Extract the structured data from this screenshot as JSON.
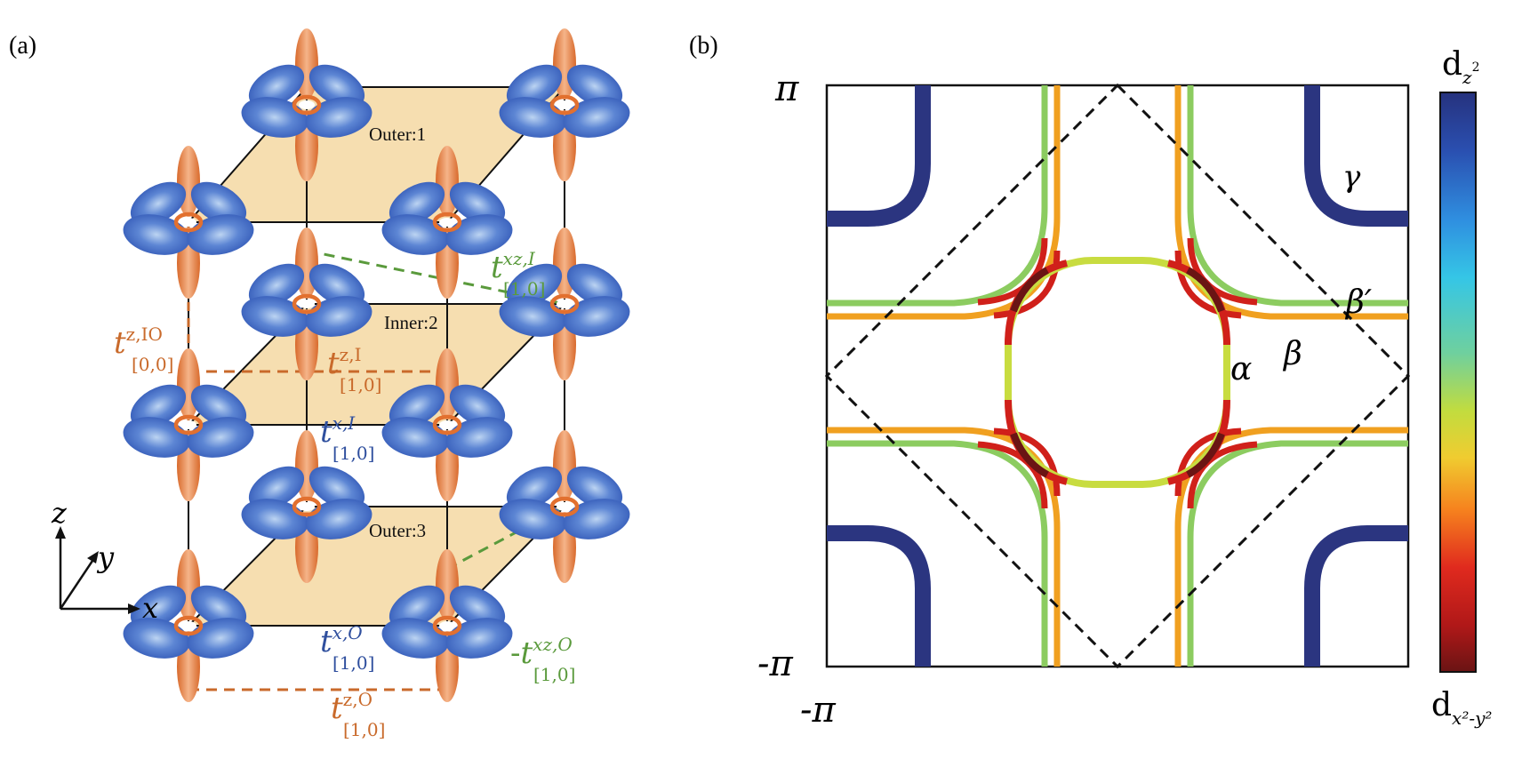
{
  "panel_a": {
    "label": "(a)",
    "layers": {
      "outer1": "Outer:1",
      "inner2": "Inner:2",
      "outer3": "Outer:3"
    },
    "axes": {
      "z": "z",
      "y": "y",
      "x": "x"
    },
    "hopping": {
      "tz_io": {
        "base": "t",
        "sup": "z,IO",
        "sub": "[0,0]"
      },
      "txz_i": {
        "base": "t",
        "sup": "xz,I",
        "sub": "[1,0]"
      },
      "tz_i": {
        "base": "t",
        "sup": "z,I",
        "sub": "[1,0]"
      },
      "tx_i": {
        "base": "t",
        "sup": "x,I",
        "sub": "[1,0]"
      },
      "tx_o": {
        "base": "t",
        "sup": "x,O",
        "sub": "[1,0]"
      },
      "txz_o": {
        "prefix": "-",
        "base": "t",
        "sup": "xz,O",
        "sub": "[1,0]"
      },
      "tz_o": {
        "base": "t",
        "sup": "z,O",
        "sub": "[1,0]"
      }
    },
    "colors": {
      "dz2": "#e27a3f",
      "dx2y2": "#3a68c8",
      "plane": "#f6deb0",
      "green": "#5a9a3c",
      "orange": "#c96a2b",
      "blue": "#2f4f9e"
    }
  },
  "panel_b": {
    "label": "(b)",
    "y_top": "π",
    "y_bottom": "-π",
    "x_left": "-π",
    "bands": {
      "alpha": "α",
      "beta": "β",
      "beta_prime": "β′",
      "gamma": "γ"
    },
    "colorbar": {
      "top_base": "d",
      "top_sub": "z",
      "top_sup": "2",
      "bottom_base": "d",
      "bottom_sub": "x²-y²"
    },
    "colors": {
      "gamma": "#2b3580",
      "orange": "#f0a020",
      "green": "#8ccc60",
      "red": "#d0201a"
    }
  }
}
